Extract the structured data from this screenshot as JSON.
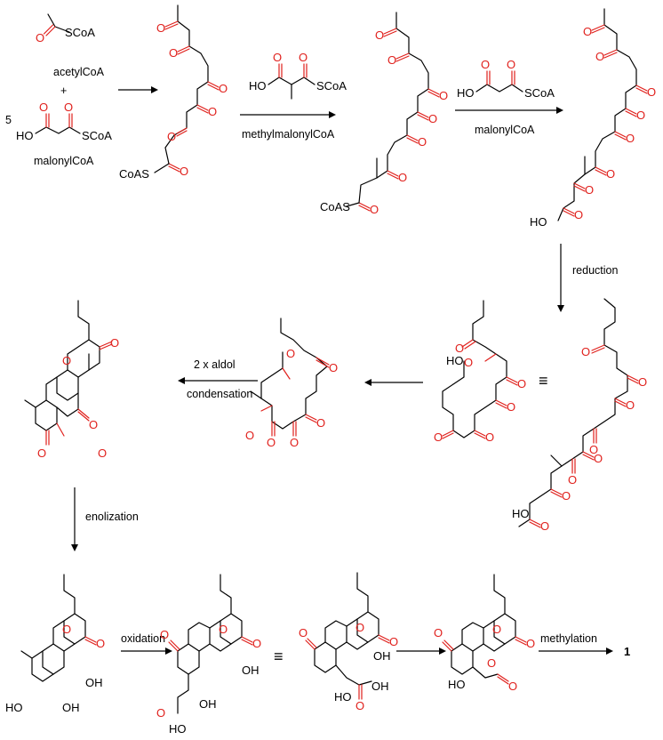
{
  "reagents": {
    "acetyl": "acetylCoA",
    "plus": "+",
    "five": "5",
    "malonyl_start": "malonylCoA",
    "methylmalonyl": "methylmalonylCoA",
    "malonyl_step": "malonylCoA"
  },
  "steps": {
    "reduction": "reduction",
    "aldol_1": "2 x aldol",
    "aldol_2": "condensation",
    "enolization": "enolization",
    "oxidation": "oxidation",
    "methylation": "methylation",
    "product": "1"
  },
  "atoms": {
    "O": "O",
    "SCoA": "SCoA",
    "CoAS": "CoAS",
    "HO": "HO",
    "OH": "OH",
    "HO_dot": "HO"
  },
  "equivalence_symbol": "≡",
  "colors": {
    "bond": "#000000",
    "heteroatom": "#e0201c"
  }
}
